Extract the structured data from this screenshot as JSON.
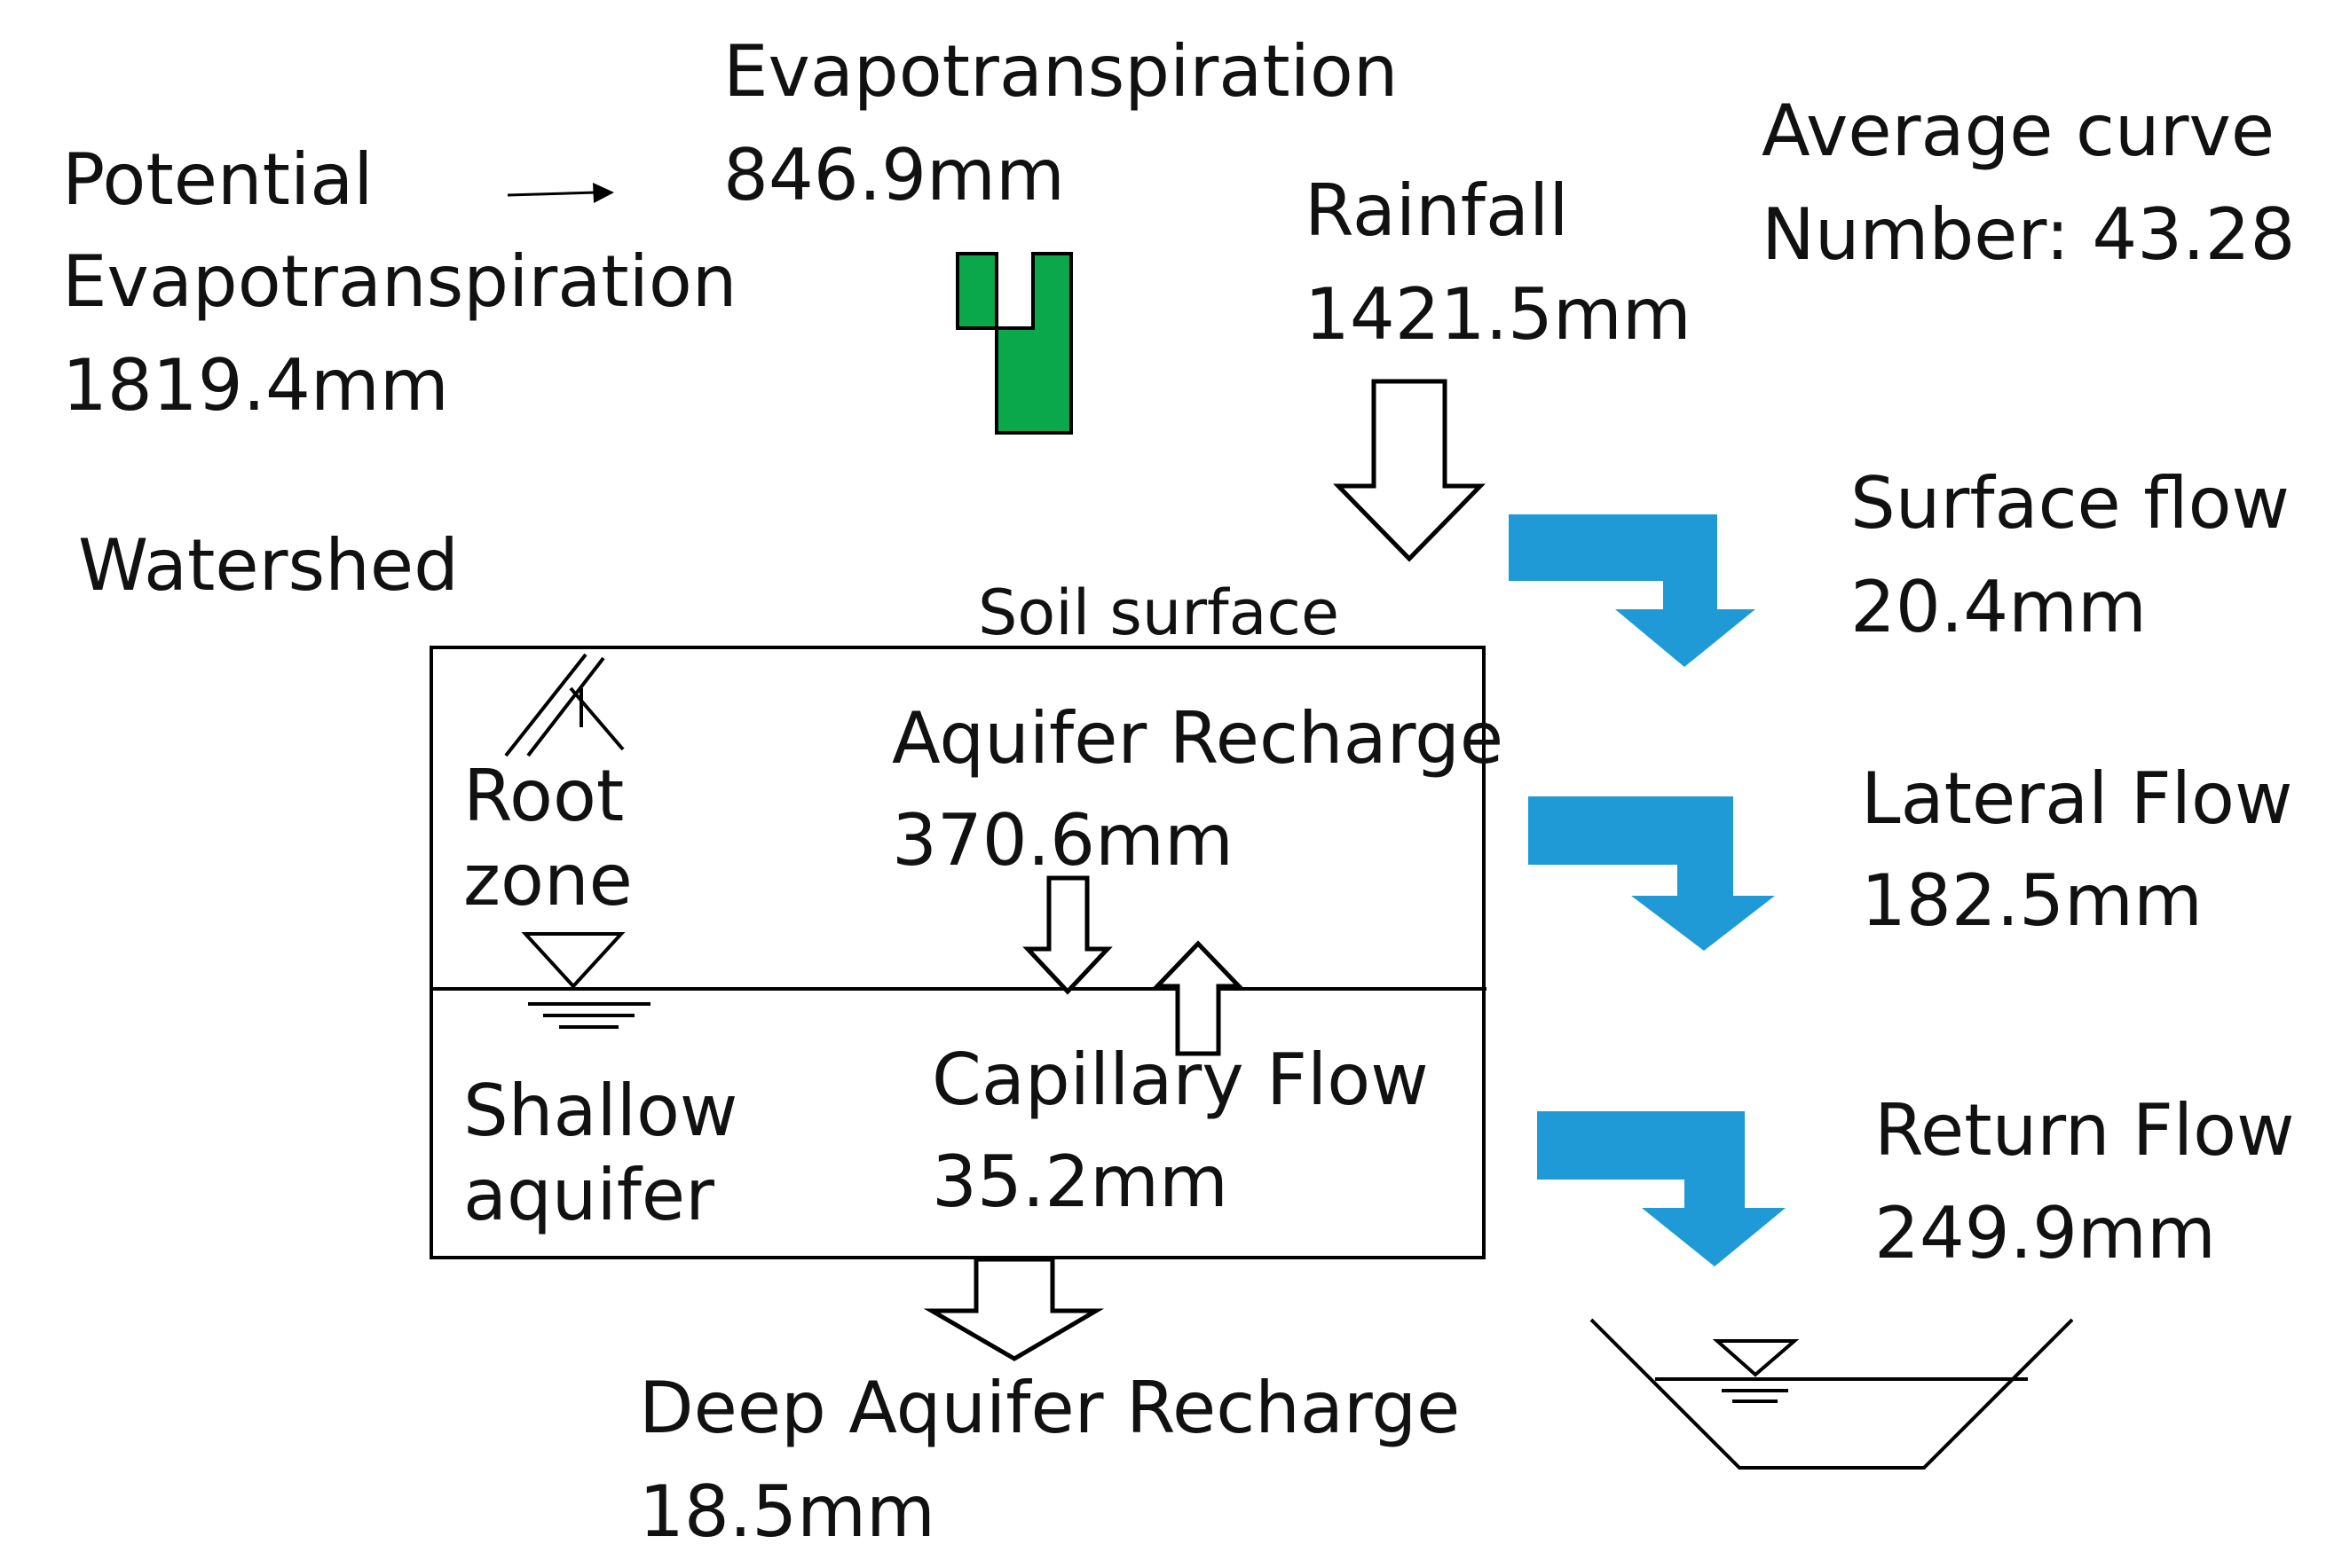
{
  "labels": {
    "potential_et": [
      "Potential",
      "Evapotranspiration",
      "1819.4mm"
    ],
    "et": [
      "Evapotranspiration",
      "846.9mm"
    ],
    "rainfall": [
      "Rainfall",
      "1421.5mm"
    ],
    "curve_number": [
      "Average curve",
      "Number: 43.28"
    ],
    "watershed": "Watershed",
    "soil_surface": "Soil surface",
    "root_zone": [
      "Root",
      "zone"
    ],
    "aquifer_recharge": [
      "Aquifer Recharge",
      "370.6mm"
    ],
    "shallow_aquifer": [
      "Shallow",
      "aquifer"
    ],
    "capillary_flow": [
      "Capillary Flow",
      "35.2mm"
    ],
    "deep_aquifer_recharge": [
      "Deep Aquifer Recharge",
      "18.5mm"
    ],
    "surface_flow": [
      "Surface flow",
      "20.4mm"
    ],
    "lateral_flow": [
      "Lateral Flow",
      "182.5mm"
    ],
    "return_flow": [
      "Return Flow",
      "249.9mm"
    ]
  },
  "colors": {
    "et_arrow": "#0aa84a",
    "flow_arrow": "#1f9ad6",
    "outline": "#000000"
  }
}
